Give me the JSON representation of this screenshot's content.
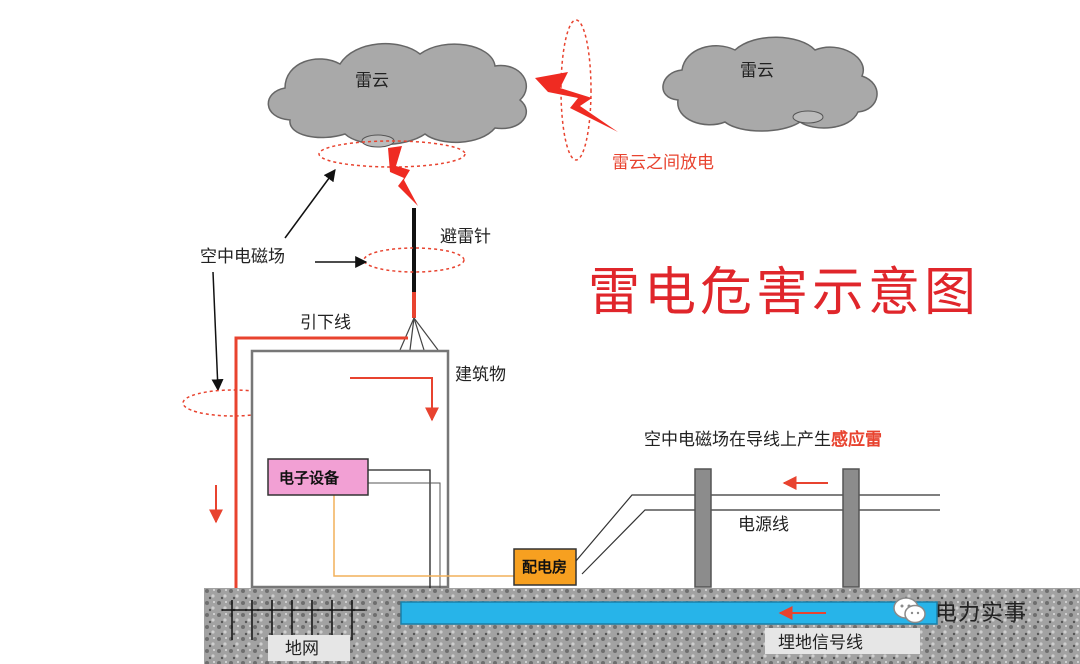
{
  "title": "雷电危害示意图",
  "labels": {
    "cloud_left": "雷云",
    "cloud_right": "雷云",
    "cloud_discharge": "雷云之间放电",
    "lightning_rod": "避雷针",
    "air_em_field": "空中电磁场",
    "down_conductor": "引下线",
    "building": "建筑物",
    "electronic_equipment": "电子设备",
    "induced_lightning_prefix": "空中电磁场在导线上产生",
    "induced_lightning_suffix": "感应雷",
    "power_line": "电源线",
    "distribution_box": "配电房",
    "buried_signal_line": "埋地信号线",
    "ground_grid": "地网"
  },
  "watermark": {
    "text": "电力实事",
    "icon": "wechat-icon"
  },
  "colors": {
    "title": "#e0262b",
    "lightning": "#ef2b22",
    "arrow_red": "#e8432f",
    "ground": "#9a9a9a",
    "signal_line": "#27b4e9",
    "equipment": "#f2a0d4",
    "distribution": "#f7a020"
  }
}
